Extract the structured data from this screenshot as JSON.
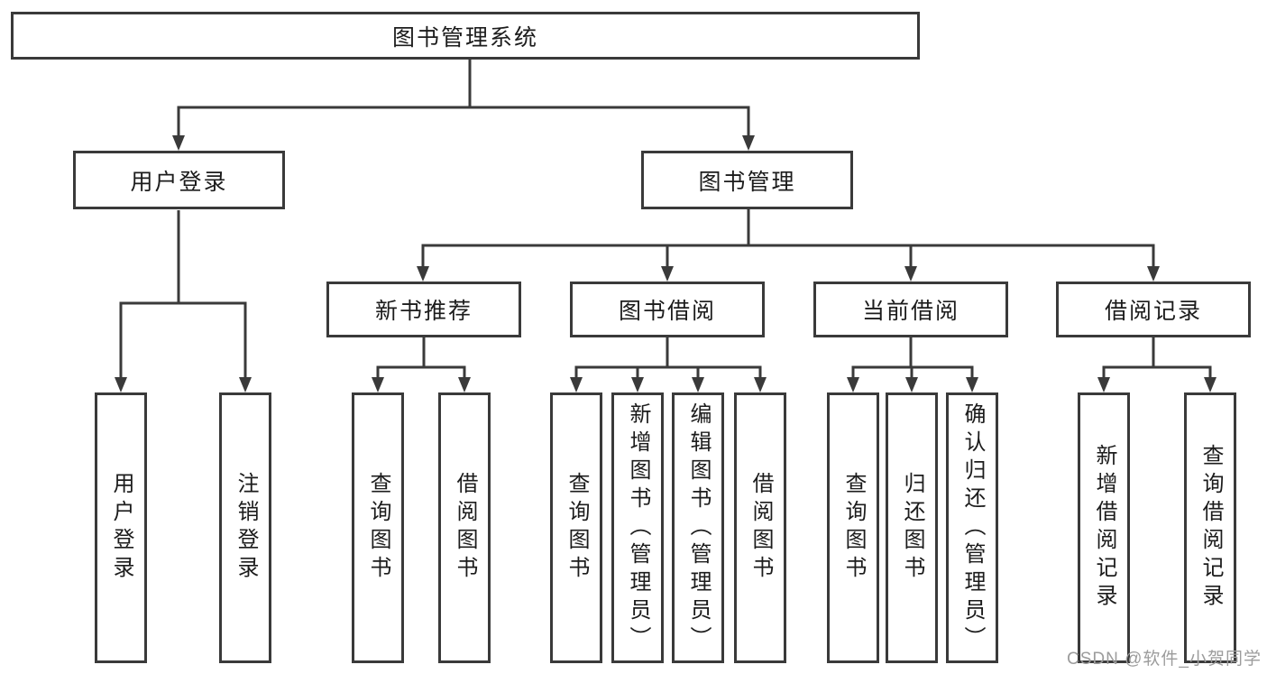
{
  "tree": {
    "root": "图书管理系统",
    "user_login": {
      "label": "用户登录",
      "children": [
        "用户登录",
        "注销登录"
      ]
    },
    "book_mgmt": {
      "label": "图书管理",
      "sections": {
        "new_books": {
          "label": "新书推荐",
          "children": [
            "查询图书",
            "借阅图书"
          ]
        },
        "borrowing": {
          "label": "图书借阅",
          "children": [
            "查询图书",
            "新增图书（管理员）",
            "编辑图书（管理员）",
            "借阅图书"
          ]
        },
        "current": {
          "label": "当前借阅",
          "children": [
            "查询图书",
            "归还图书",
            "确认归还（管理员）"
          ]
        },
        "records": {
          "label": "借阅记录",
          "children": [
            "新增借阅记录",
            "查询借阅记录"
          ]
        }
      }
    }
  },
  "watermark": "CSDN @软件_小贺同学",
  "colors": {
    "line": "#3a3a3a",
    "text": "#1c1c1c",
    "watermark": "#9c9c9c",
    "background": "#ffffff"
  }
}
